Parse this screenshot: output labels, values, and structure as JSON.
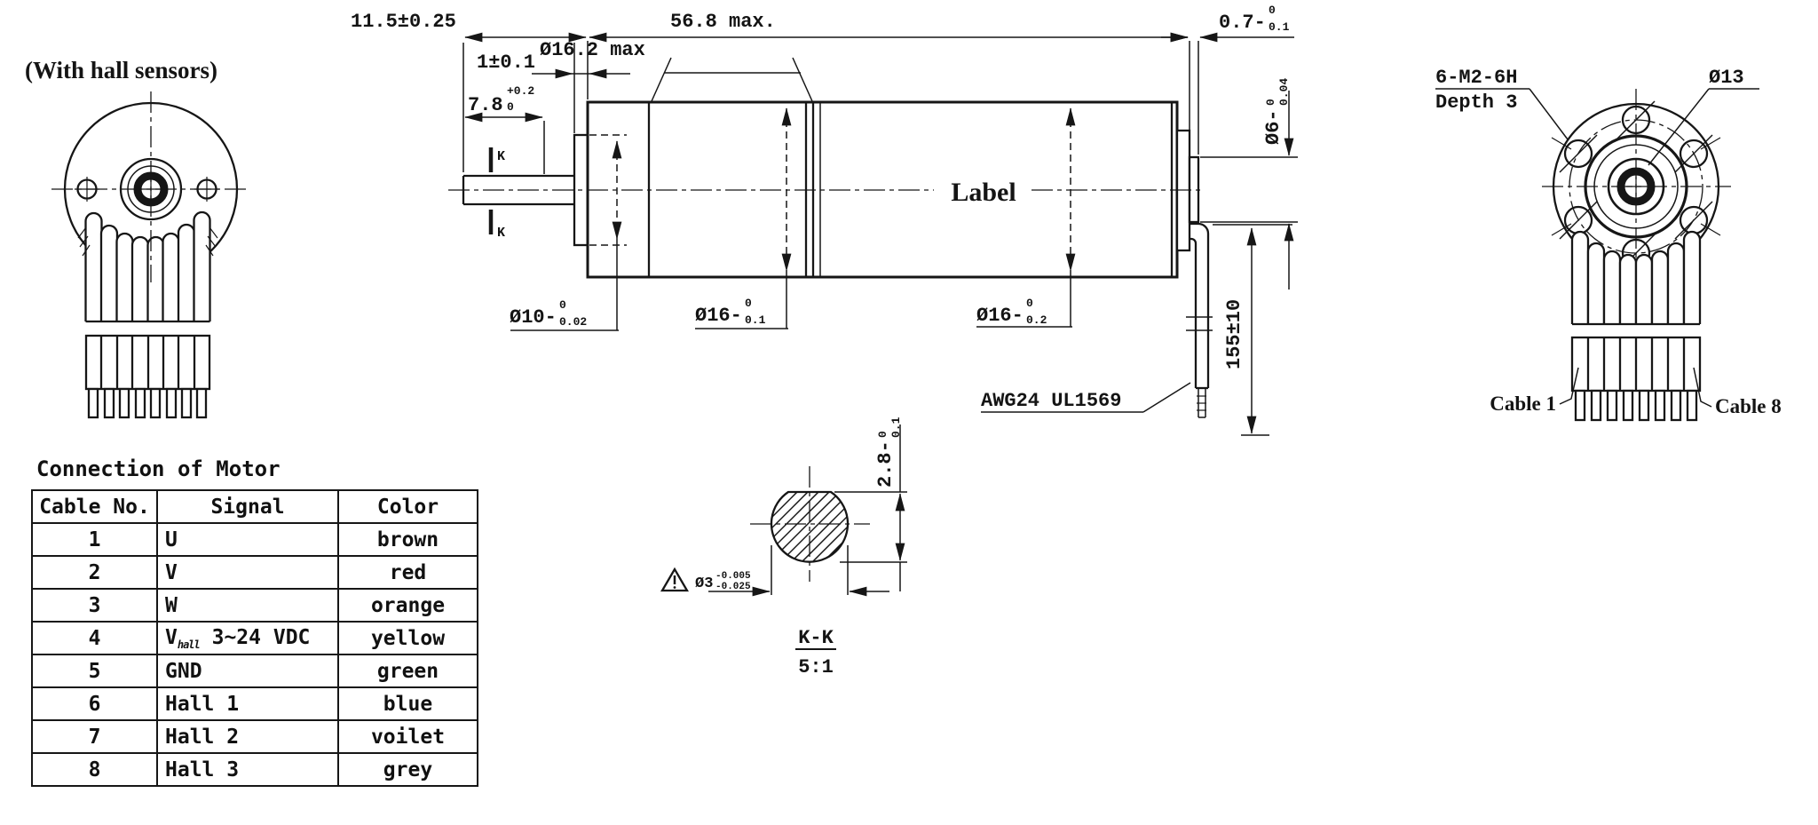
{
  "left_view": {
    "title": "(With hall sensors)"
  },
  "side_view": {
    "dim_shaft_total": "11.5±0.25",
    "dim_body_length": "56.8 max.",
    "dim_boss_length": {
      "main": "0.7-",
      "upper": "0",
      "lower": "0.1"
    },
    "dim_pilot_length": "1±0.1",
    "dim_gear_max": "Ø16.2 max",
    "dim_shaft_length": {
      "main": "7.8",
      "upper": "+0.2",
      "lower": "0"
    },
    "dim_boss_dia": {
      "main": "Ø6-",
      "upper": "0",
      "lower": "0.04"
    },
    "dim_pilot_dia": {
      "main": "Ø10-",
      "upper": "0",
      "lower": "0.02"
    },
    "dim_gear_dia": {
      "main": "Ø16-",
      "upper": "0",
      "lower": "0.1"
    },
    "dim_motor_dia": {
      "main": "Ø16-",
      "upper": "0",
      "lower": "0.2"
    },
    "dim_cable_length": "155±10",
    "cable_spec": "AWG24 UL1569",
    "body_label": "Label",
    "section_mark_upper": "K",
    "section_mark_lower": "K"
  },
  "rear_view": {
    "dim_screws": "6-M2-6H",
    "dim_screw_depth": "Depth 3",
    "dim_bolt_circle": "Ø13",
    "cable_first_label": "Cable 1",
    "cable_last_label": "Cable 8"
  },
  "section_view": {
    "title": "K-K",
    "scale": "5:1",
    "dim_flat_height": {
      "main": "2.8-",
      "upper": "0",
      "lower": "0.1"
    },
    "dim_shaft_dia": {
      "main": "Ø3",
      "upper": "-0.005",
      "lower": "-0.025"
    }
  },
  "connection_table": {
    "title": "Connection of Motor",
    "headers": [
      "Cable No.",
      "Signal",
      "Color"
    ],
    "rows": [
      {
        "no": "1",
        "signal": "U",
        "color": "brown"
      },
      {
        "no": "2",
        "signal": "V",
        "color": "red"
      },
      {
        "no": "3",
        "signal": "W",
        "color": "orange"
      },
      {
        "no": "4",
        "signal": "V",
        "signal_sub": "hall",
        "signal_rest": " 3~24 VDC",
        "color": "yellow"
      },
      {
        "no": "5",
        "signal": "GND",
        "color": "green"
      },
      {
        "no": "6",
        "signal": "Hall 1",
        "color": "blue"
      },
      {
        "no": "7",
        "signal": "Hall 2",
        "color": "voilet"
      },
      {
        "no": "8",
        "signal": "Hall 3",
        "color": "grey"
      }
    ]
  }
}
